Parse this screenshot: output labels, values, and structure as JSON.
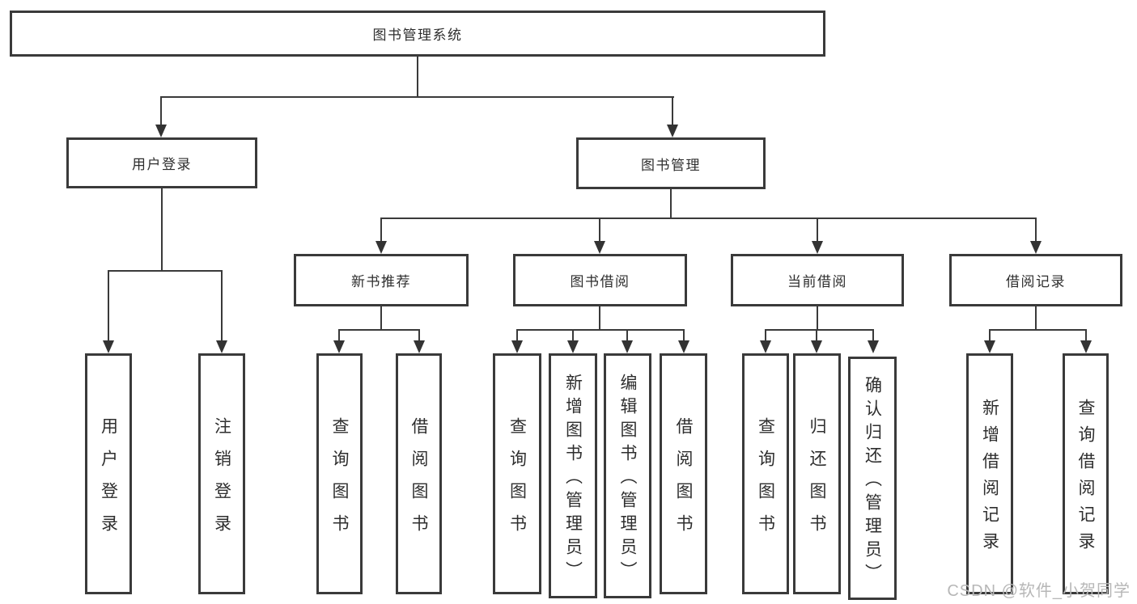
{
  "title": "图书管理系统",
  "tree": {
    "label": "图书管理系统",
    "children": [
      {
        "label": "用户登录",
        "children": [
          {
            "label": "用户登录"
          },
          {
            "label": "注销登录"
          }
        ]
      },
      {
        "label": "图书管理",
        "children": [
          {
            "label": "新书推荐",
            "children": [
              {
                "label": "查询图书"
              },
              {
                "label": "借阅图书"
              }
            ]
          },
          {
            "label": "图书借阅",
            "children": [
              {
                "label": "查询图书"
              },
              {
                "label": "新增图书（管理员）"
              },
              {
                "label": "编辑图书（管理员）"
              },
              {
                "label": "借阅图书"
              }
            ]
          },
          {
            "label": "当前借阅",
            "children": [
              {
                "label": "查询图书"
              },
              {
                "label": "归还图书"
              },
              {
                "label": "确认归还（管理员）"
              }
            ]
          },
          {
            "label": "借阅记录",
            "children": [
              {
                "label": "新增借阅记录"
              },
              {
                "label": "查询借阅记录"
              }
            ]
          }
        ]
      }
    ]
  },
  "watermark": {
    "text": "CSDN @软件_小贺同学"
  },
  "colors": {
    "line": "#3a3a3a",
    "text": "#2e2e2e",
    "watermark": "#b7b7b7",
    "background": "#ffffff"
  }
}
